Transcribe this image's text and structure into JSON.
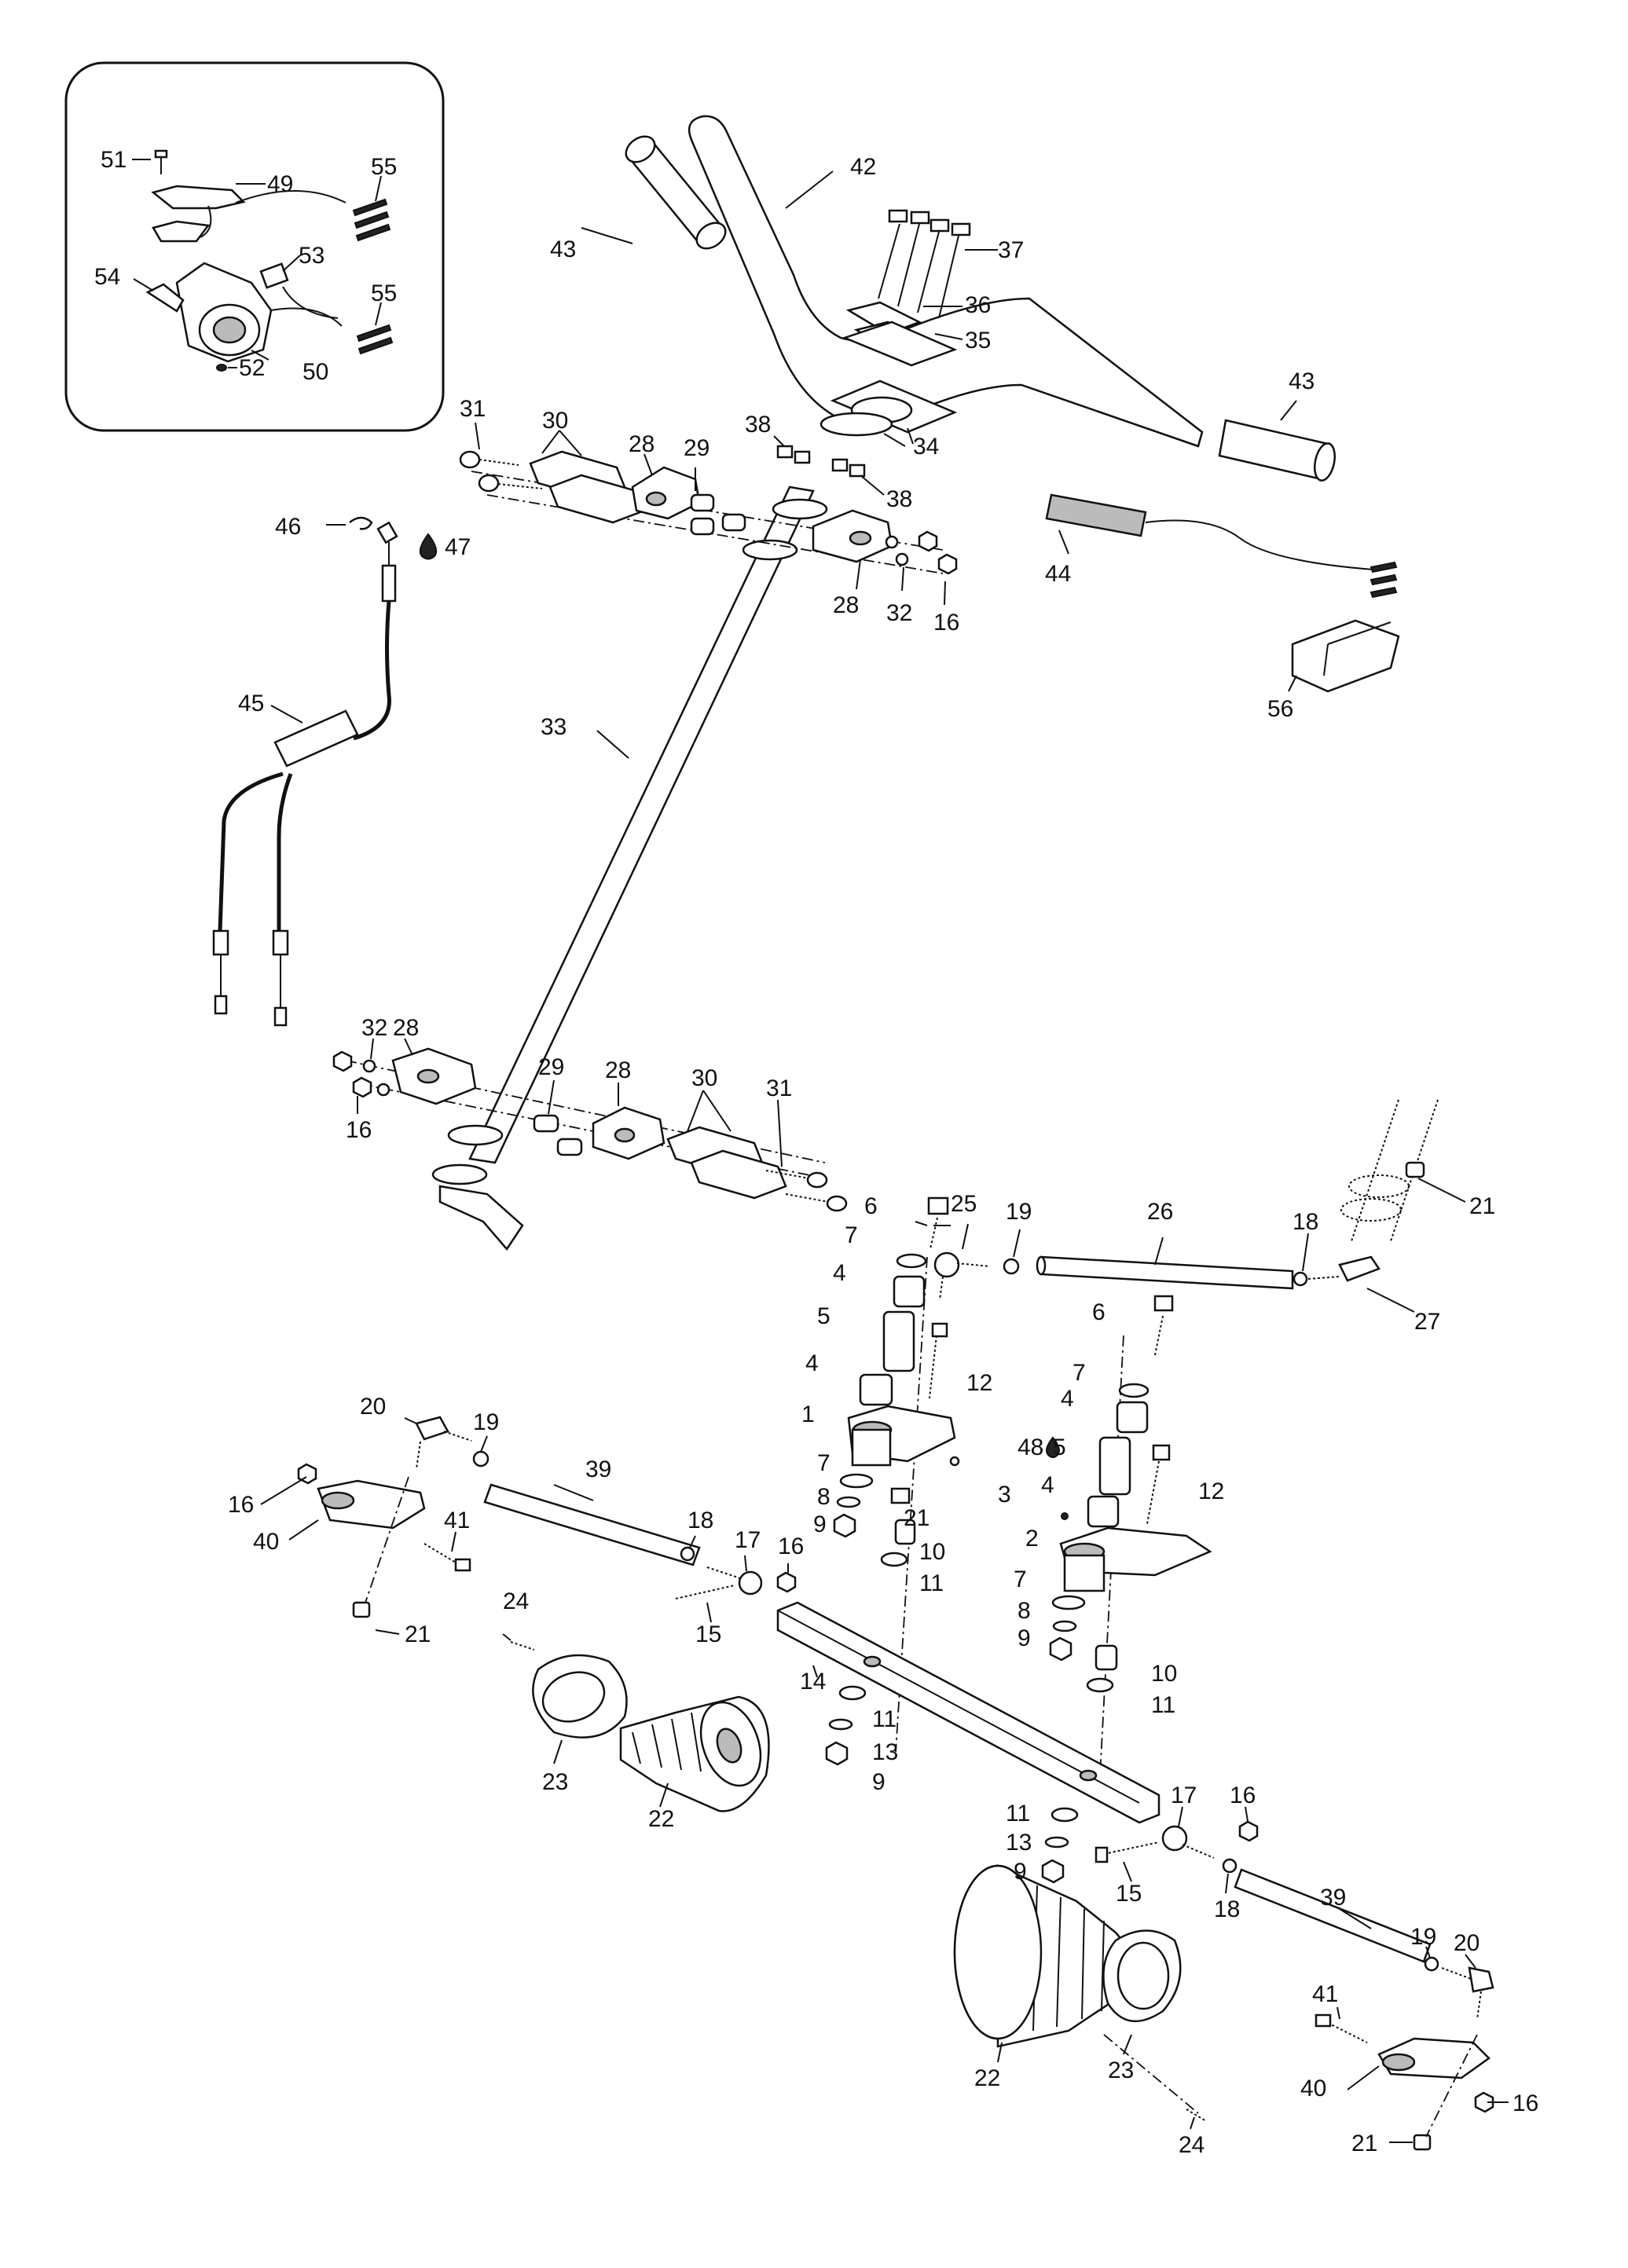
{
  "diagram": {
    "labels": {
      "l1": "1",
      "l2": "2",
      "l3": "3",
      "l4a": "4",
      "l4b": "4",
      "l4c": "4",
      "l4d": "4",
      "l5a": "5",
      "l5b": "5",
      "l6a": "6",
      "l6b": "6",
      "l7a": "7",
      "l7b": "7",
      "l7c": "7",
      "l7d": "7",
      "l8a": "8",
      "l8b": "8",
      "l9a": "9",
      "l9b": "9",
      "l9c": "9",
      "l9d": "9",
      "l10a": "10",
      "l10b": "10",
      "l11a": "11",
      "l11b": "11",
      "l11c": "11",
      "l11d": "11",
      "l12a": "12",
      "l12b": "12",
      "l13a": "13",
      "l13b": "13",
      "l14": "14",
      "l15a": "15",
      "l15b": "15",
      "l16a": "16",
      "l16b": "16",
      "l16c": "16",
      "l16d": "16",
      "l16e": "16",
      "l17a": "17",
      "l17b": "17",
      "l18a": "18",
      "l18b": "18",
      "l18c": "18",
      "l19a": "19",
      "l19b": "19",
      "l19c": "19",
      "l20a": "20",
      "l20b": "20",
      "l21a": "21",
      "l21b": "21",
      "l21c": "21",
      "l21d": "21",
      "l22a": "22",
      "l22b": "22",
      "l23a": "23",
      "l23b": "23",
      "l24a": "24",
      "l24b": "24",
      "l25": "25",
      "l26": "26",
      "l27": "27",
      "l28a": "28",
      "l28b": "28",
      "l28c": "28",
      "l28d": "28",
      "l29a": "29",
      "l29b": "29",
      "l30a": "30",
      "l30b": "30",
      "l31a": "31",
      "l31b": "31",
      "l32a": "32",
      "l32b": "32",
      "l33": "33",
      "l34": "34",
      "l35": "35",
      "l36": "36",
      "l37": "37",
      "l38a": "38",
      "l38b": "38",
      "l39a": "39",
      "l39b": "39",
      "l40a": "40",
      "l40b": "40",
      "l41a": "41",
      "l41b": "41",
      "l42": "42",
      "l43a": "43",
      "l43b": "43",
      "l44": "44",
      "l45": "45",
      "l46": "46",
      "l47": "47",
      "l48": "48",
      "l49": "49",
      "l50": "50",
      "l51": "51",
      "l52": "52",
      "l53": "53",
      "l54": "54",
      "l55a": "55",
      "l55b": "55",
      "l56": "56"
    }
  }
}
